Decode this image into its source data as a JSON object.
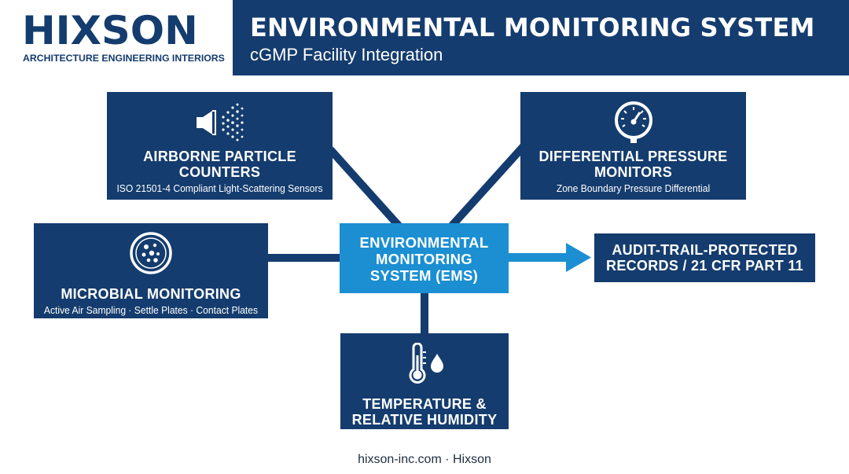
{
  "logo": {
    "wordmark": "HIXSON",
    "tagline": "ARCHITECTURE ENGINEERING INTERIORS"
  },
  "header": {
    "title": "ENVIRONMENTAL MONITORING SYSTEM",
    "subtitle": "cGMP Facility Integration"
  },
  "center": {
    "line1": "ENVIRONMENTAL",
    "line2": "MONITORING",
    "line3": "SYSTEM (EMS)"
  },
  "nodes": {
    "airborne": {
      "title_line1": "AIRBORNE PARTICLE",
      "title_line2": "COUNTERS",
      "subtitle": "ISO 21501-4 Compliant Light-Scattering Sensors",
      "icon": "particle-counter-icon"
    },
    "pressure": {
      "title_line1": "DIFFERENTIAL PRESSURE",
      "title_line2": "MONITORS",
      "subtitle": "Zone Boundary Pressure Differential",
      "icon": "pressure-gauge-icon"
    },
    "microbial": {
      "title": "MICROBIAL MONITORING",
      "subtitle": "Active Air Sampling · Settle Plates · Contact Plates",
      "icon": "petri-dish-icon"
    },
    "temperature": {
      "title_line1": "TEMPERATURE &",
      "title_line2": "RELATIVE HUMIDITY",
      "icon": "thermometer-droplet-icon"
    },
    "audit": {
      "title_line1": "AUDIT-TRAIL-PROTECTED",
      "title_line2": "RECORDS / 21 CFR PART 11"
    }
  },
  "footer": {
    "text": "hixson-inc.com · Hixson"
  },
  "colors": {
    "navy": "#143c6e",
    "accent": "#1b8fd2",
    "background": "#ffffff"
  }
}
